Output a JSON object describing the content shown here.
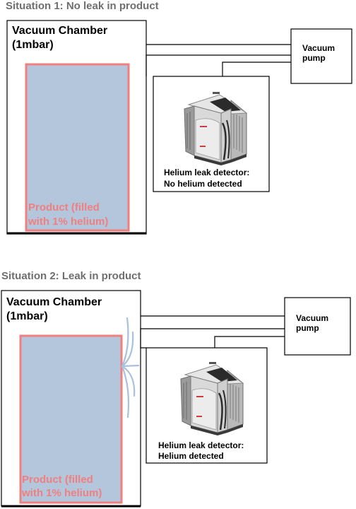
{
  "situation1": {
    "heading": "Situation 1: No leak in product",
    "chamber_title_line1": "Vacuum Chamber",
    "chamber_title_line2": "(1mbar)",
    "product_line1": "Product (filled",
    "product_line2": "with 1% helium)",
    "pump_line1": "Vacuum",
    "pump_line2": "pump",
    "detector_line1": "Helium leak detector:",
    "detector_line2": "No helium detected"
  },
  "situation2": {
    "heading": "Situation 2: Leak in product",
    "chamber_title_line1": "Vacuum Chamber",
    "chamber_title_line2": "(1mbar)",
    "product_line1": "Product (filled",
    "product_line2": "with 1% helium)",
    "pump_line1": "Vacuum",
    "pump_line2": "pump",
    "detector_line1": "Helium leak detector:",
    "detector_line2": "Helium detected"
  },
  "colors": {
    "product_fill": "#b4c6dc",
    "product_border": "#f07f7f",
    "leak_stream": "#a9c1dd",
    "heading_text": "#6f6f6f"
  },
  "icons": {
    "detector": "helium-leak-detector-device-icon"
  }
}
